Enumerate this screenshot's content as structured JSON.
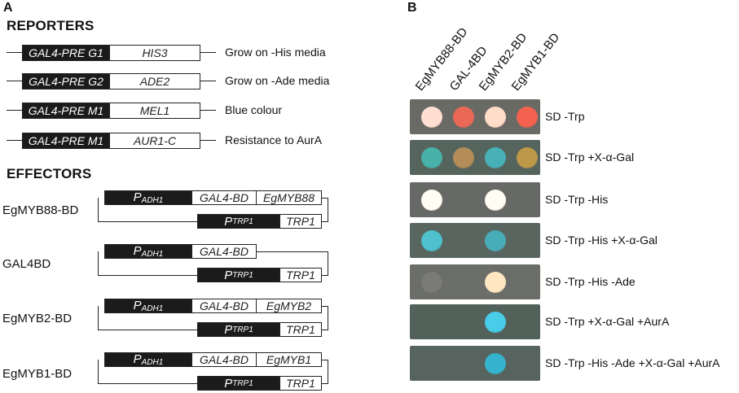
{
  "panel_a": {
    "letter": "A",
    "reporters": {
      "title": "REPORTERS",
      "items": [
        {
          "promoter": "GAL4-PRE G1",
          "gene": "HIS3",
          "description": "Grow on -His media"
        },
        {
          "promoter": "GAL4-PRE G2",
          "gene": "ADE2",
          "description": "Grow on -Ade media"
        },
        {
          "promoter": "GAL4-PRE M1",
          "gene": "MEL1",
          "description": "Blue colour"
        },
        {
          "promoter": "GAL4-PRE M1",
          "gene": "AUR1-C",
          "description": "Resistance to AurA"
        }
      ]
    },
    "effectors": {
      "title": "EFFECTORS",
      "items": [
        {
          "name": "EgMYB88-BD",
          "promoter1": "PADH1",
          "bd": "GAL4-BD",
          "fusion": "EgMYB88",
          "promoter2": "PTRP1",
          "marker": "TRP1"
        },
        {
          "name": "GAL4BD",
          "promoter1": "PADH1",
          "bd": "GAL4-BD",
          "fusion": "",
          "promoter2": "PTRP1",
          "marker": "TRP1"
        },
        {
          "name": "EgMYB2-BD",
          "promoter1": "PADH1",
          "bd": "GAL4-BD",
          "fusion": "EgMYB2",
          "promoter2": "PTRP1",
          "marker": "TRP1"
        },
        {
          "name": "EgMYB1-BD",
          "promoter1": "PADH1",
          "bd": "GAL4-BD",
          "fusion": "EgMYB1",
          "promoter2": "PTRP1",
          "marker": "TRP1"
        }
      ]
    }
  },
  "panel_b": {
    "letter": "B",
    "columns": [
      "EgMYB88-BD",
      "GAL-4BD",
      "EgMYB2-BD",
      "EgMYB1-BD"
    ],
    "rows": [
      {
        "condition": "SD -Trp",
        "plate_color": "#5c5c58",
        "spots": [
          "#e7c2b7",
          "#cd5a4b",
          "#e5c0ae",
          "#d45545"
        ]
      },
      {
        "condition": "SD -Trp +X-α-Gal",
        "plate_color": "#4a5750",
        "spots": [
          "#3f9a93",
          "#9c7a4c",
          "#3f9aa0",
          "#a4843f"
        ]
      },
      {
        "condition": "SD -Trp -His",
        "plate_color": "#595b58",
        "spots": [
          "#ecdcd4",
          "",
          "#ebdbd2",
          ""
        ]
      },
      {
        "condition": "SD -Trp -His +X-α-Gal",
        "plate_color": "#4d5853",
        "spots": [
          "#44a7b3",
          "",
          "#3e97a1",
          ""
        ]
      },
      {
        "condition": "SD -Trp -His -Ade",
        "plate_color": "#5d5f5b",
        "spots": [
          "#6a6b67",
          "",
          "#ddc9a8",
          ""
        ]
      },
      {
        "condition": "SD -Trp +X-α-Gal +AurA",
        "plate_color": "#47554f",
        "spots": [
          "",
          "",
          "#3fb1c9",
          ""
        ]
      },
      {
        "condition": "SD -Trp -His -Ade +X-α-Gal +AurA",
        "plate_color": "#4b5652",
        "spots": [
          "",
          "",
          "#2e9cb3",
          ""
        ]
      }
    ]
  }
}
